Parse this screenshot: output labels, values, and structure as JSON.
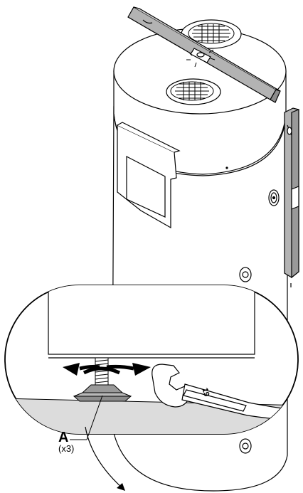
{
  "callout": {
    "label": "A",
    "quantity": "(x3)"
  },
  "wrench": {
    "size_marking": "19"
  },
  "colors": {
    "outline": "#000000",
    "level_fill": "#b3b3b3",
    "floor_fill": "#dcdcdc",
    "foot_fill": "#9a9a9a",
    "arrow_fill": "#000000"
  },
  "icons": [
    "spirit-level-horizontal-icon",
    "spirit-level-vertical-icon",
    "air-grille-icon",
    "adjustable-foot-icon",
    "open-end-wrench-icon",
    "rotation-arrows-icon"
  ]
}
